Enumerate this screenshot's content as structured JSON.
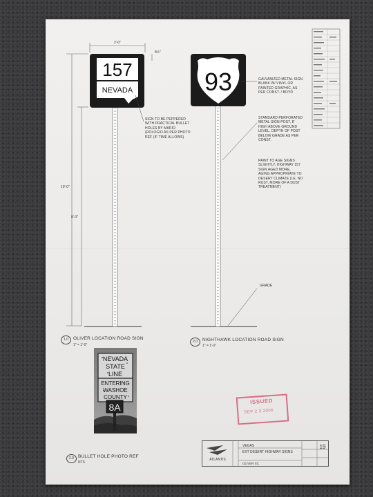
{
  "sign_1": {
    "number": "157",
    "state": "NEVADA"
  },
  "sign_2": {
    "number": "93"
  },
  "dims": {
    "width": "2'-0\"",
    "height_top": "8½\"",
    "total": "10'-0\"",
    "post": "8'-0\""
  },
  "notes": {
    "bullet_holes": "SIGN TO BE PEPPERED\nWITH PRACTICAL BULLET\nHOLES BY MARIO\n(ROLOGIO AS PER PHOTO\nREF (IF TIME ALLOWS)",
    "galvanized": "GALVANIZED METAL SIGN\nBLANK w/ VINYL OR\nPAINTED GRAPHIC, AS\nPER CONST. / BOYD",
    "post": "STANDARD PERFORATED\nMETAL SIGN POST, 8'\nHIGH ABOVE GROUND\nLEVEL, DEPTH OF POST\nBELOW GRADE AS PER\nCONST.",
    "paint": "PAINT TO AGE SIGNS\nSLIGHTLY, HIGHWAY 157\nSIGN AGED MORE,\nAGING APPROPRIATE TO\nDESERT CLIMATE (I.E. NO\nRUST, MORE OF A DUST\nTREATMENT)",
    "grade": "GRADE"
  },
  "details": [
    {
      "num": "1.0",
      "title": "OLIVER LOCATION ROAD SIGN",
      "scale": "1\" = 1'-0\""
    },
    {
      "num": "2.0",
      "title": "NIGHTHAWK LOCATION ROAD SIGN",
      "scale": "1\" = 1'-0\""
    },
    {
      "num": "2.0",
      "title": "BULLET HOLE PHOTO REF",
      "scale": "NTS"
    }
  ],
  "photo_sign": {
    "line1": "NEVADA",
    "line2": "STATE",
    "line3": "LINE",
    "line4": "ENTERING",
    "line5": "WASHOE",
    "line6": "COUNTY",
    "line7": "8A"
  },
  "stamp": {
    "word": "ISSUED",
    "date": "SEP 2 3 2006"
  },
  "title_block": {
    "company": "ATLANTIS",
    "project": "VEGAS",
    "title": "EXT DESERT HIGHWAY SIGNS",
    "sheet": "19",
    "sub": "OLIVER SC"
  }
}
